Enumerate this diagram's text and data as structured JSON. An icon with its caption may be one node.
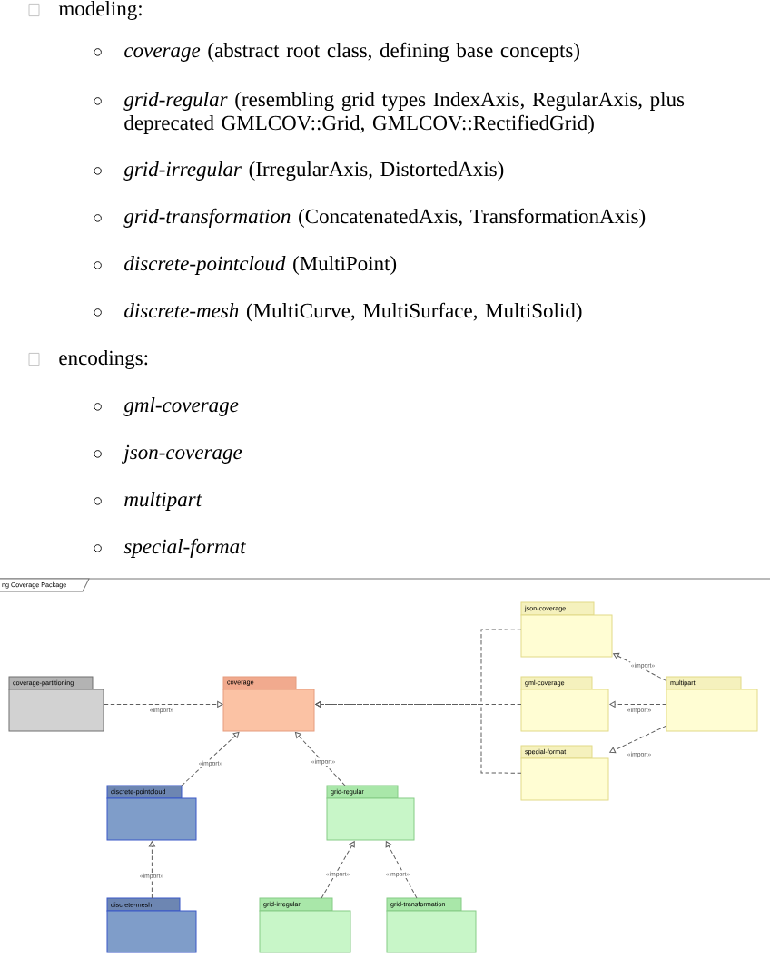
{
  "diagram": {
    "nodes": [
      {
        "text": [
          "json-coverage"
        ]
      },
      {
        "text": [
          "coverage-partitioning"
        ]
      },
      {
        "text": [
          "coverage"
        ]
      },
      {
        "text": [
          "gml-coverage"
        ]
      },
      {
        "text": [
          "multipart"
        ]
      },
      {
        "text": [
          "special-format"
        ]
      },
      {
        "text": [
          "discrete-pointcloud"
        ]
      },
      {
        "text": [
          "grid-regular"
        ]
      },
      {
        "text": [
          "discrete-mesh"
        ]
      },
      {
        "text": [
          "grid-irregular"
        ]
      },
      {
        "text": [
          "grid-transformation"
        ]
      }
    ],
    "edges": [
      {
        "from": 1,
        "to": 2,
        "arrow": "to",
        "label": "«import»"
      },
      {
        "from": 0,
        "to": 2,
        "arrow": "to"
      },
      {
        "from": 3,
        "to": 2,
        "arrow": "to"
      },
      {
        "from": 5,
        "to": 2,
        "arrow": "to"
      },
      {
        "from": 4,
        "to": 0,
        "arrow": "to",
        "label": "«import»"
      },
      {
        "from": 4,
        "to": 3,
        "arrow": "to",
        "label": "«import»"
      },
      {
        "from": 4,
        "to": 5,
        "arrow": "to",
        "label": "«import»"
      },
      {
        "from": 6,
        "to": 2,
        "arrow": "to",
        "label": "«import»"
      },
      {
        "from": 7,
        "to": 2,
        "arrow": "to",
        "label": "«import»"
      },
      {
        "from": 8,
        "to": 6,
        "arrow": "to",
        "label": "«import»"
      },
      {
        "from": 9,
        "to": 7,
        "arrow": "to",
        "label": "«import»"
      },
      {
        "from": 10,
        "to": 7,
        "arrow": "to",
        "label": "«import»"
      }
    ],
    "labels": [
      "modeling:",
      "*coverage* (abstract root class, defining base concepts)",
      "*grid-regular* (resembling grid types IndexAxis, RegularAxis, plus deprecated GMLCOV::Grid, GMLCOV::RectifiedGrid)",
      "*grid-irregular* (IrregularAxis, DistortedAxis)",
      "*grid-transformation* (ConcatenatedAxis, TransformationAxis)",
      "*discrete-pointcloud* (MultiPoint)",
      "*discrete-mesh* (MultiCurve, MultiSurface, MultiSolid)",
      "encodings:",
      "gml-coverage",
      "json-coverage",
      "multipart",
      "special-format",
      "ng Coverage Package"
    ]
  }
}
